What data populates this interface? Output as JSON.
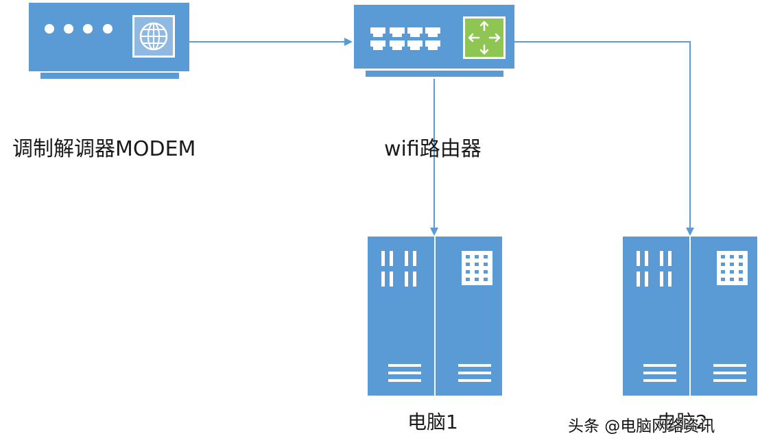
{
  "colors": {
    "device_fill": "#5b9bd5",
    "device_shadow": "#4a86c5",
    "connector_line": "#5b9bd5",
    "router_panel": "#8fc552",
    "text": "#1a1a1a"
  },
  "nodes": {
    "modem": {
      "label": "调制解调器MODEM",
      "icon": "modem-icon"
    },
    "router": {
      "label": "wifi路由器",
      "icon": "router-icon"
    },
    "pc1": {
      "label": "电脑1",
      "icon": "server-tower-icon"
    },
    "pc2": {
      "label": "电脑2",
      "icon": "server-tower-icon"
    }
  },
  "edges": [
    {
      "from": "modem",
      "to": "router"
    },
    {
      "from": "router",
      "to": "pc1"
    },
    {
      "from": "router",
      "to": "pc2"
    }
  ],
  "watermark": "头条 @电脑网络资讯"
}
